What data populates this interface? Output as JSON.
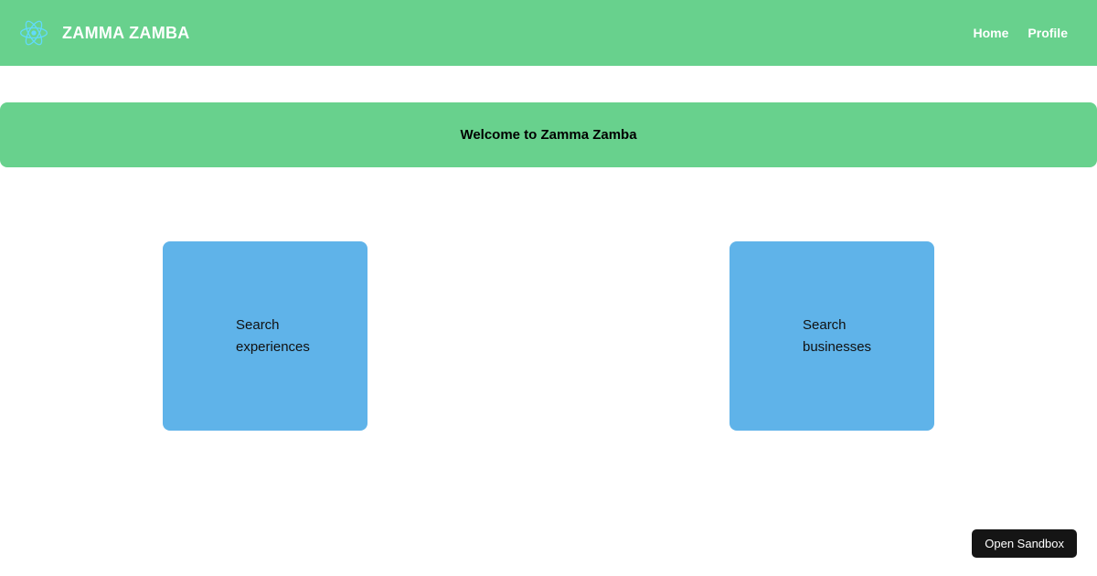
{
  "header": {
    "logo_icon": "react-atom-icon",
    "logo_color": "#61dafb",
    "brand_title": "ZAMMA ZAMBA",
    "background_color": "#68d18d",
    "nav_links": [
      {
        "label": "Home"
      },
      {
        "label": "Profile"
      }
    ]
  },
  "banner": {
    "title": "Welcome to Zamma Zamba",
    "background_color": "#68d18d",
    "text_color": "#000000"
  },
  "cards": [
    {
      "label": "Search experiences",
      "background_color": "#5fb3e9"
    },
    {
      "label": "Search businesses",
      "background_color": "#5fb3e9"
    }
  ],
  "sandbox": {
    "label": "Open Sandbox",
    "background_color": "#151515",
    "text_color": "#ffffff"
  }
}
